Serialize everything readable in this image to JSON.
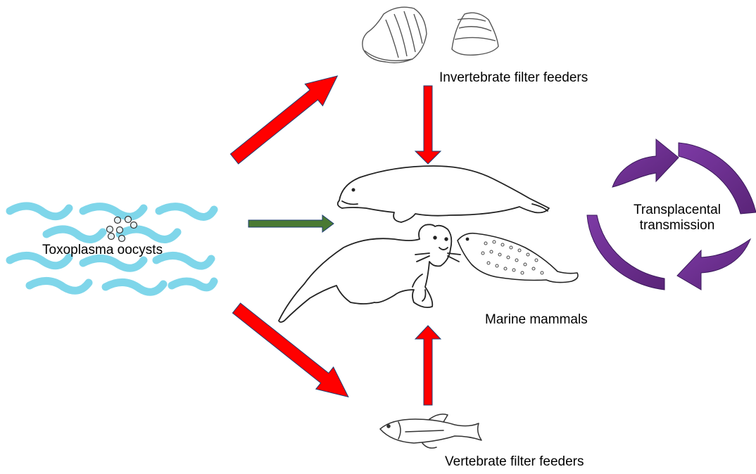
{
  "labels": {
    "oocysts": "Toxoplasma oocysts",
    "invertebrate": "Invertebrate filter feeders",
    "mammals": "Marine mammals",
    "vertebrate": "Vertebrate filter feeders",
    "transplacental_line1": "Transplacental",
    "transplacental_line2": "transmission"
  },
  "colors": {
    "water_wave": "#7fd6ea",
    "transmission_arrow": "#ff0000",
    "direct_arrow": "#4a7a33",
    "cycle": "#6a2f8e",
    "sketch_line": "#222222"
  },
  "icons": [
    "wave-icon",
    "oocyst-icon",
    "shell-icon",
    "dugong-icon",
    "otter-icon",
    "seal-icon",
    "fish-icon",
    "cycle-arrow-icon"
  ]
}
